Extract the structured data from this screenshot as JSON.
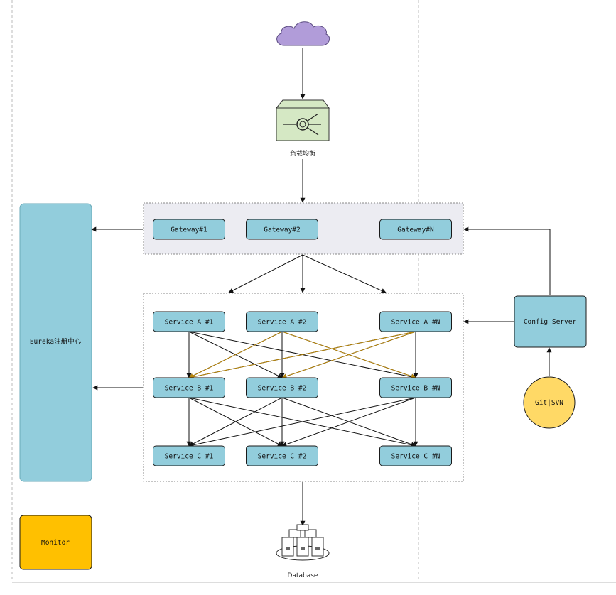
{
  "load_balancer": {
    "label": "负载均衡"
  },
  "registry": {
    "label": "Eureka注册中心"
  },
  "monitor": {
    "label": "Monitor"
  },
  "database": {
    "label": "Database"
  },
  "config_server": {
    "label": "Config Server"
  },
  "git": {
    "label": "Git|SVN"
  },
  "gateways": [
    "Gateway#1",
    "Gateway#2",
    "Gateway#N"
  ],
  "services_a": [
    "Service A #1",
    "Service A #2",
    "Service A #N"
  ],
  "services_b": [
    "Service B #1",
    "Service B #2",
    "Service B #N"
  ],
  "services_c": [
    "Service C #1",
    "Service C #2",
    "Service C #N"
  ],
  "colors": {
    "box_fill": "#92cddc",
    "box_stroke": "#1a1a1a",
    "cloud": "#b19cd9",
    "lb_fill": "#d5e8c4",
    "monitor_fill": "#ffc000",
    "git_fill": "#ffd966",
    "gateway_area": "#ececf2",
    "cross_link": "#b8860b"
  }
}
